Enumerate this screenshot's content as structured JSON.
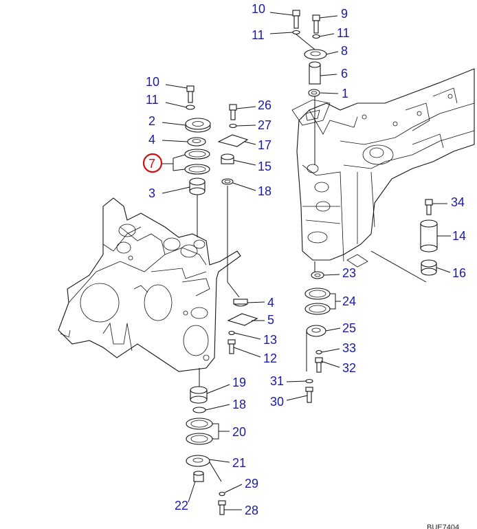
{
  "figure_id": "BUE7404",
  "accent": {
    "callout_text": "#1a1aa6",
    "highlight": "#d01010"
  },
  "callouts": {
    "c10a": "10",
    "c9": "9",
    "c11a": "11",
    "c11b": "11",
    "c8": "8",
    "c6": "6",
    "c1": "1",
    "c10b": "10",
    "c11c": "11",
    "c2": "2",
    "c4a": "4",
    "c7": "7",
    "c3": "3",
    "c26": "26",
    "c27": "27",
    "c17": "17",
    "c15": "15",
    "c18a": "18",
    "c34": "34",
    "c14": "14",
    "c16": "16",
    "c23": "23",
    "c24": "24",
    "c25": "25",
    "c33": "33",
    "c32": "32",
    "c31": "31",
    "c30": "30",
    "c4b": "4",
    "c5": "5",
    "c13": "13",
    "c12": "12",
    "c19": "19",
    "c18b": "18",
    "c20": "20",
    "c21": "21",
    "c29": "29",
    "c22": "22",
    "c28": "28"
  }
}
